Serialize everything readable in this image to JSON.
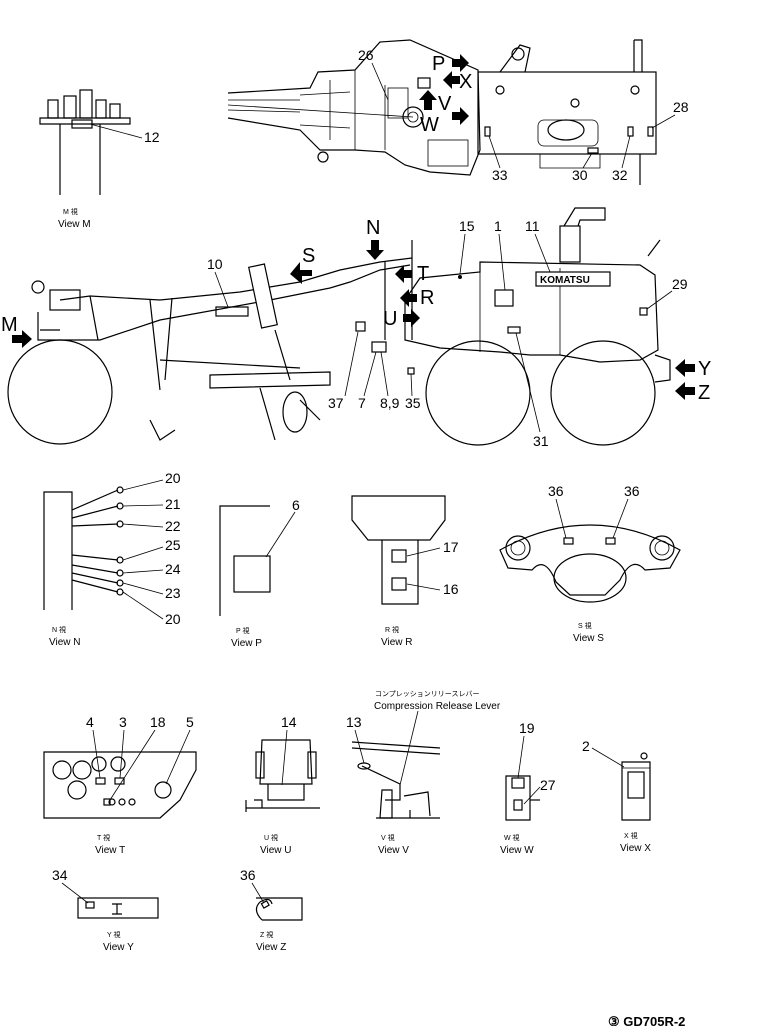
{
  "callouts": {
    "n1": "1",
    "n2": "2",
    "n3": "3",
    "n4": "4",
    "n5": "5",
    "n6": "6",
    "n7": "7",
    "n89": "8,9",
    "n10": "10",
    "n11": "11",
    "n12": "12",
    "n13": "13",
    "n14": "14",
    "n15": "15",
    "n16": "16",
    "n17": "17",
    "n18": "18",
    "n19": "19",
    "n20a": "20",
    "n20b": "20",
    "n21": "21",
    "n22": "22",
    "n23": "23",
    "n24": "24",
    "n25": "25",
    "n26": "26",
    "n27": "27",
    "n28": "28",
    "n29": "29",
    "n30": "30",
    "n31": "31",
    "n32": "32",
    "n33": "33",
    "n34": "34",
    "n35": "35",
    "n36a": "36",
    "n36b": "36",
    "n36c": "36",
    "n37": "37"
  },
  "view_letters": {
    "M": "M",
    "N": "N",
    "P": "P",
    "R": "R",
    "S": "S",
    "T": "T",
    "U": "U",
    "V": "V",
    "W": "W",
    "X": "X",
    "Y": "Y",
    "Z": "Z"
  },
  "machine_text": {
    "brand": "KOMATSU"
  },
  "views": {
    "M": {
      "jp": "M 視",
      "en": "View M"
    },
    "N": {
      "jp": "N 視",
      "en": "View N"
    },
    "P": {
      "jp": "P 視",
      "en": "View P"
    },
    "R": {
      "jp": "R 視",
      "en": "View R"
    },
    "S": {
      "jp": "S 視",
      "en": "View S"
    },
    "T": {
      "jp": "T 視",
      "en": "View T"
    },
    "U": {
      "jp": "U 視",
      "en": "View U"
    },
    "V": {
      "jp": "V 視",
      "en": "View V"
    },
    "W": {
      "jp": "W 視",
      "en": "View W"
    },
    "X": {
      "jp": "X 視",
      "en": "View X"
    },
    "Y": {
      "jp": "Y 視",
      "en": "View Y"
    },
    "Z": {
      "jp": "Z 視",
      "en": "View Z"
    }
  },
  "lever_label": {
    "jp": "コンプレッションリリースレバー",
    "en": "Compression Release Lever"
  },
  "drawing_code": "③ GD705R-2"
}
